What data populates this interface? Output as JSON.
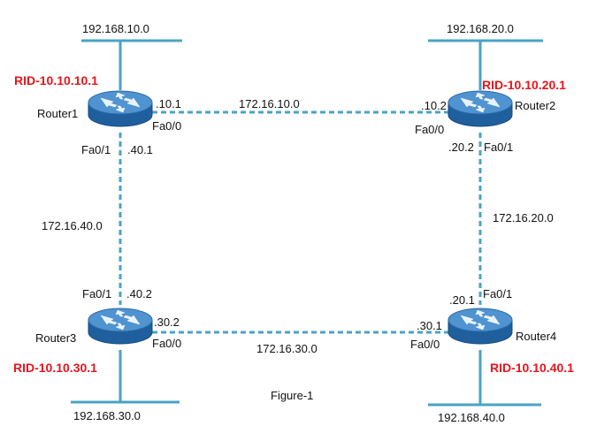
{
  "colors": {
    "link": "#4aa3c4",
    "lan": "#4aa3c4",
    "router_top": "#4f93d0",
    "router_side": "#1f5f9e",
    "router_arrows": "#e8f2fb",
    "rid": "#e8141b"
  },
  "icons": {
    "router": "router-icon"
  },
  "routers": [
    {
      "name": "Router1",
      "rid": "RID-10.10.10.1",
      "lan": "192.168.10.0"
    },
    {
      "name": "Router2",
      "rid": "RID-10.10.20.1",
      "lan": "192.168.20.0"
    },
    {
      "name": "Router3",
      "rid": "RID-10.10.30.1",
      "lan": "192.168.30.0"
    },
    {
      "name": "Router4",
      "rid": "RID-10.10.40.1",
      "lan": "192.168.40.0"
    }
  ],
  "links": [
    {
      "network": "172.16.10.0",
      "a_router": "Router1",
      "a_iface": "Fa0/0",
      "a_ip": ".10.1",
      "b_router": "Router2",
      "b_iface": "Fa0/0",
      "b_ip": ".10.2"
    },
    {
      "network": "172.16.20.0",
      "a_router": "Router2",
      "a_iface": "Fa0/1",
      "a_ip": ".20.2",
      "b_router": "Router4",
      "b_iface": "Fa0/1",
      "b_ip": ".20.1"
    },
    {
      "network": "172.16.30.0",
      "a_router": "Router3",
      "a_iface": "Fa0/0",
      "a_ip": ".30.2",
      "b_router": "Router4",
      "b_iface": "Fa0/0",
      "b_ip": ".30.1"
    },
    {
      "network": "172.16.40.0",
      "a_router": "Router1",
      "a_iface": "Fa0/1",
      "a_ip": ".40.1",
      "b_router": "Router3",
      "b_iface": "Fa0/1",
      "b_ip": ".40.2"
    }
  ],
  "caption": "Figure-1"
}
